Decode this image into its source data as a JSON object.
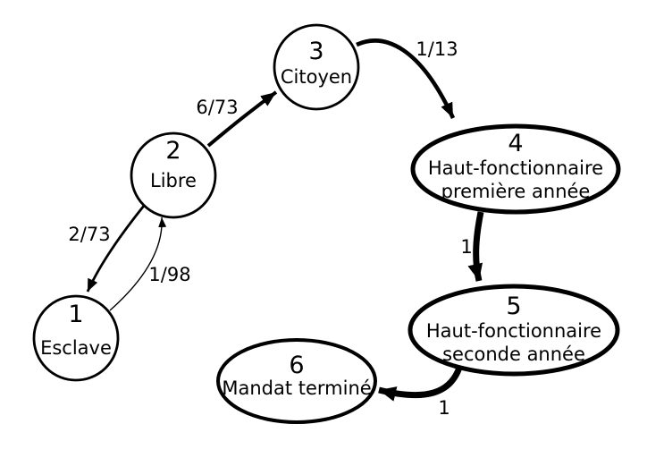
{
  "title": "State diagram (French) of social statuses with transition rates",
  "colors": {
    "ink": "#000000",
    "background": "#ffffff"
  },
  "nodes": [
    {
      "number": "1",
      "label": "Esclave"
    },
    {
      "number": "2",
      "label": "Libre"
    },
    {
      "number": "3",
      "label": "Citoyen"
    },
    {
      "number": "4",
      "label_lines": [
        "Haut-fonctionnaire",
        "première année"
      ]
    },
    {
      "number": "5",
      "label_lines": [
        "Haut-fonctionnaire",
        "seconde année"
      ]
    },
    {
      "number": "6",
      "label": "Mandat terminé"
    }
  ],
  "edges": [
    {
      "from": "1",
      "to": "2",
      "label": "1/98"
    },
    {
      "from": "2",
      "to": "1",
      "label": "2/73"
    },
    {
      "from": "2",
      "to": "3",
      "label": "6/73"
    },
    {
      "from": "3",
      "to": "4",
      "label": "1/13"
    },
    {
      "from": "4",
      "to": "5",
      "label": "1"
    },
    {
      "from": "5",
      "to": "6",
      "label": "1"
    }
  ]
}
